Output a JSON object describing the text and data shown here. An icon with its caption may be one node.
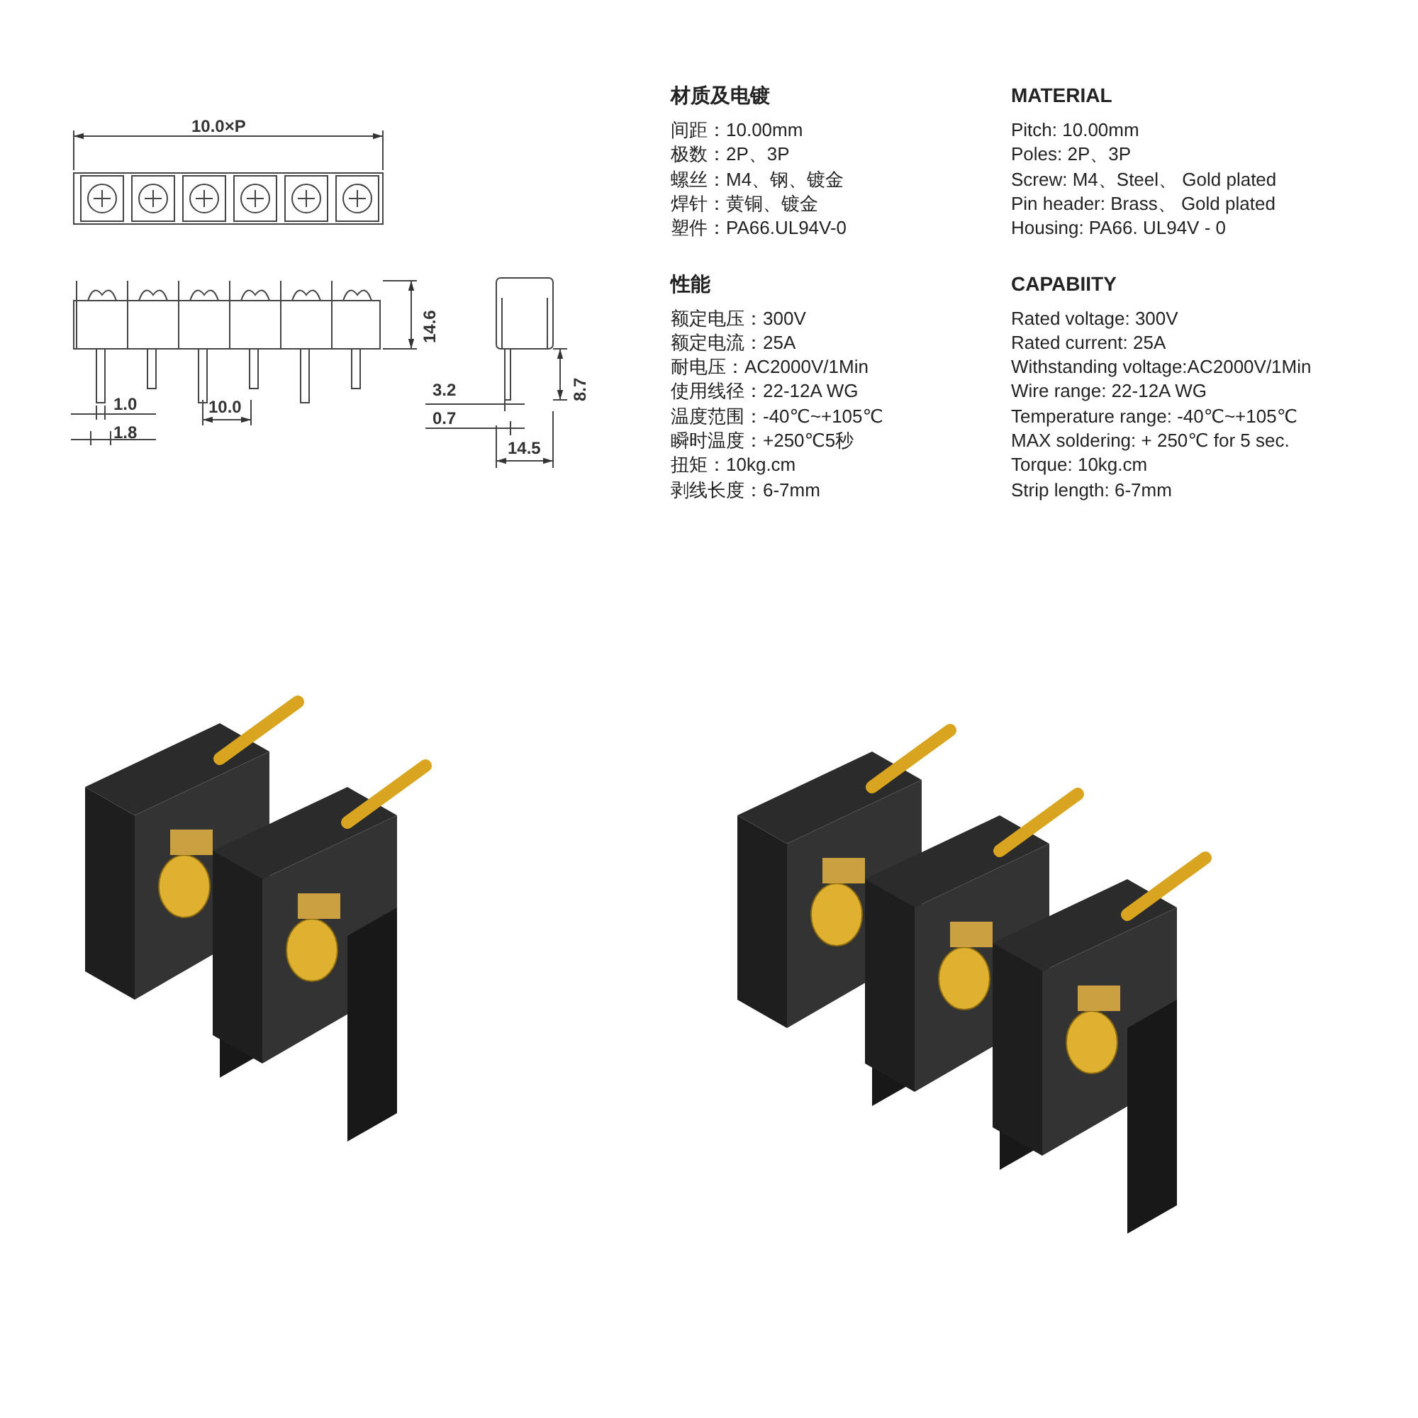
{
  "diagram": {
    "labels": [
      "10.0×P",
      "14.6",
      "1.0",
      "1.8",
      "10.0",
      "3.2",
      "0.7",
      "8.7",
      "14.5",
      "材质及电镀",
      "间距：10.00mm",
      "极数：2P、3P",
      "螺丝：M4、钢、镀金",
      "焊针：黄铜、镀金",
      "塑件：PA66.UL94V-0",
      "性能",
      "额定电压：300V",
      "额定电流：25A",
      "耐电压：AC2000V/1Min",
      "使用线径：22-12A WG",
      "温度范围：-40℃~+105℃",
      "瞬时温度：+250℃5秒",
      "扭矩：10kg.cm",
      "剥线长度：6-7mm",
      "MATERIAL",
      "Pitch: 10.00mm",
      "Poles: 2P、3P",
      "Screw: M4、Steel、 Gold plated",
      "Pin header: Brass、 Gold plated",
      "Housing: PA66. UL94V - 0",
      "CAPABIITY",
      "Rated voltage: 300V",
      "Rated current: 25A",
      "Withstanding voltage:AC2000V/1Min",
      "Wire range: 22-12A WG",
      "Temperature range: -40℃~+105℃",
      "MAX soldering: + 250℃ for 5 sec.",
      "Torque: 10kg.cm",
      "Strip length: 6-7mm"
    ]
  }
}
